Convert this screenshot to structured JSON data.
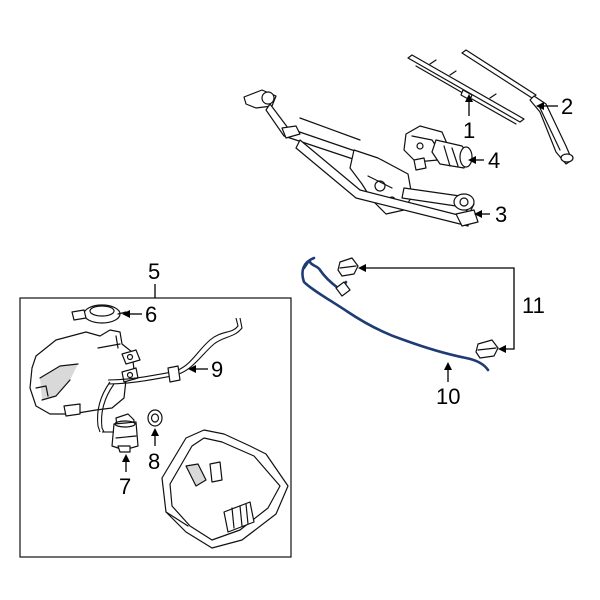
{
  "callouts": {
    "c1": "1",
    "c2": "2",
    "c3": "3",
    "c4": "4",
    "c5": "5",
    "c6": "6",
    "c7": "7",
    "c8": "8",
    "c9": "9",
    "c10": "10",
    "c11": "11"
  },
  "colors": {
    "line": "#111111",
    "highlight_hose": "#1f3b73",
    "background": "#ffffff"
  }
}
